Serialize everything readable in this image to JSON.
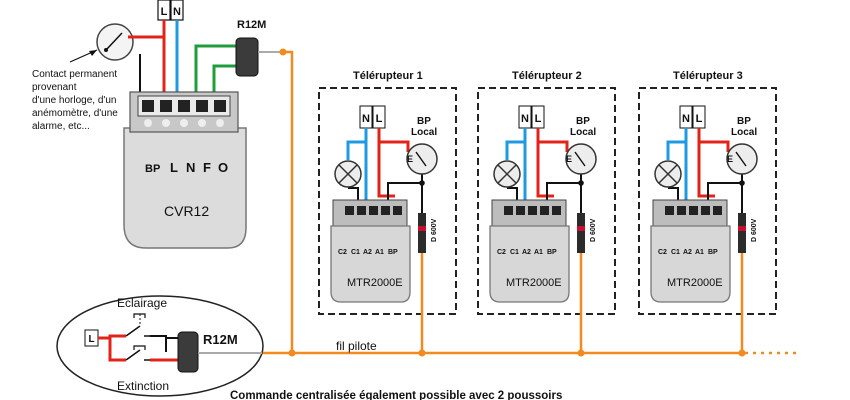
{
  "mains": {
    "l": "L",
    "n": "N"
  },
  "contact_note": [
    "Contact permanent",
    "provenant",
    "d'une horloge, d'un",
    "anémomètre, d'une",
    "alarme, etc..."
  ],
  "cvr12": {
    "model": "CVR12",
    "terminals": [
      "BP",
      "L",
      "N",
      "F",
      "O"
    ]
  },
  "r12m_top": "R12M",
  "telerupteurs": [
    {
      "title": "Télérupteur 1",
      "l": "L",
      "n": "N",
      "bp1": "BP",
      "bp2": "Local",
      "terminals": [
        "C2",
        "C1",
        "A2",
        "A1",
        "BP"
      ],
      "model": "MTR2000E",
      "diode": "D 600V"
    },
    {
      "title": "Télérupteur 2",
      "l": "L",
      "n": "N",
      "bp1": "BP",
      "bp2": "Local",
      "terminals": [
        "C2",
        "C1",
        "A2",
        "A1",
        "BP"
      ],
      "model": "MTR2000E",
      "diode": "D 600V"
    },
    {
      "title": "Télérupteur 3",
      "l": "L",
      "n": "N",
      "bp1": "BP",
      "bp2": "Local",
      "terminals": [
        "C2",
        "C1",
        "A2",
        "A1",
        "BP"
      ],
      "model": "MTR2000E",
      "diode": "D 600V"
    }
  ],
  "pilot": {
    "label": "fil pilote"
  },
  "alternative": {
    "eclairage": "Eclairage",
    "extinction": "Extinction",
    "l": "L",
    "r12m": "R12M",
    "caption": "Commande centralisée également possible avec 2 poussoirs"
  },
  "colors": {
    "phase": "#e2231a",
    "neutral": "#1e9be0",
    "pilot": "#f28a1f",
    "control": "#1f9d3a",
    "black": "#111111"
  }
}
